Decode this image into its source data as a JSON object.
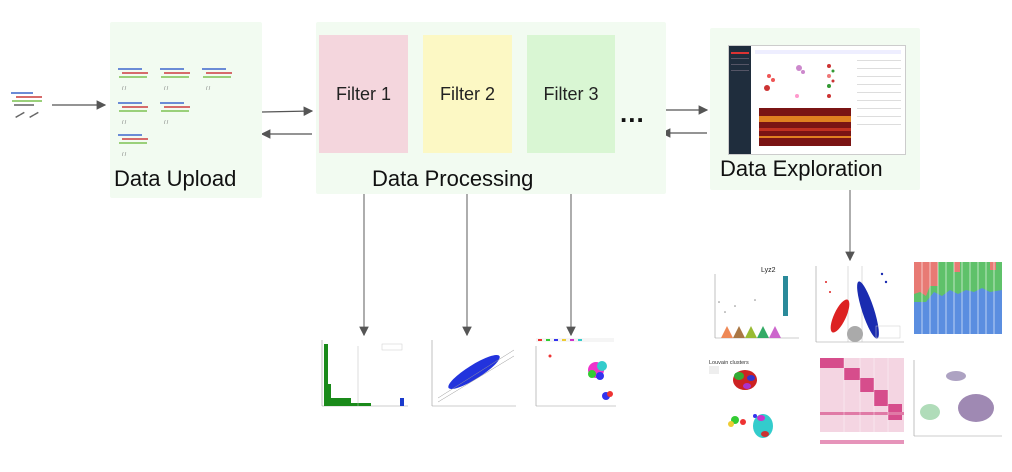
{
  "upload": {
    "label": "Data Upload"
  },
  "processing": {
    "label": "Data Processing",
    "filters": [
      {
        "label": "Filter 1",
        "color": "#f4d6dd"
      },
      {
        "label": "Filter 2",
        "color": "#fcf8c4"
      },
      {
        "label": "Filter 3",
        "color": "#d9f6d3"
      }
    ],
    "ellipsis": "..."
  },
  "exploration": {
    "label": "Data Exploration"
  },
  "panel_color": "#f2fbf1",
  "thumbnails": {
    "violin_title": "Lyz2",
    "cluster_title": "Louvain clusters"
  }
}
